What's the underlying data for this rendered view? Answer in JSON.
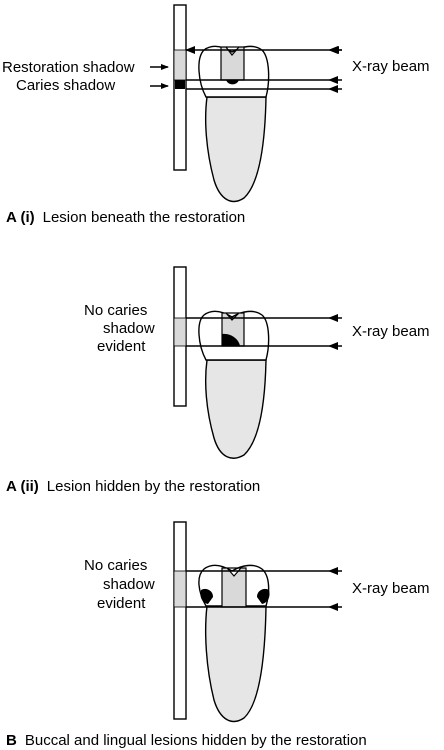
{
  "panels": [
    {
      "caption_bold": "A (i)",
      "caption_text": "Lesion beneath the restoration",
      "labels": {
        "restoration_shadow": "Restoration shadow",
        "caries_shadow": "Caries shadow",
        "beam": "X-ray beam"
      }
    },
    {
      "caption_bold": "A (ii)",
      "caption_text": "Lesion hidden by the restoration",
      "labels": {
        "no_caries_line1": "No caries",
        "no_caries_line2": "shadow",
        "no_caries_line3": "evident",
        "beam": "X-ray beam"
      }
    },
    {
      "caption_bold": "B",
      "caption_text": "Buccal and lingual lesions hidden by the restoration",
      "labels": {
        "no_caries_line1": "No caries",
        "no_caries_line2": "shadow",
        "no_caries_line3": "evident",
        "beam": "X-ray beam"
      }
    }
  ]
}
